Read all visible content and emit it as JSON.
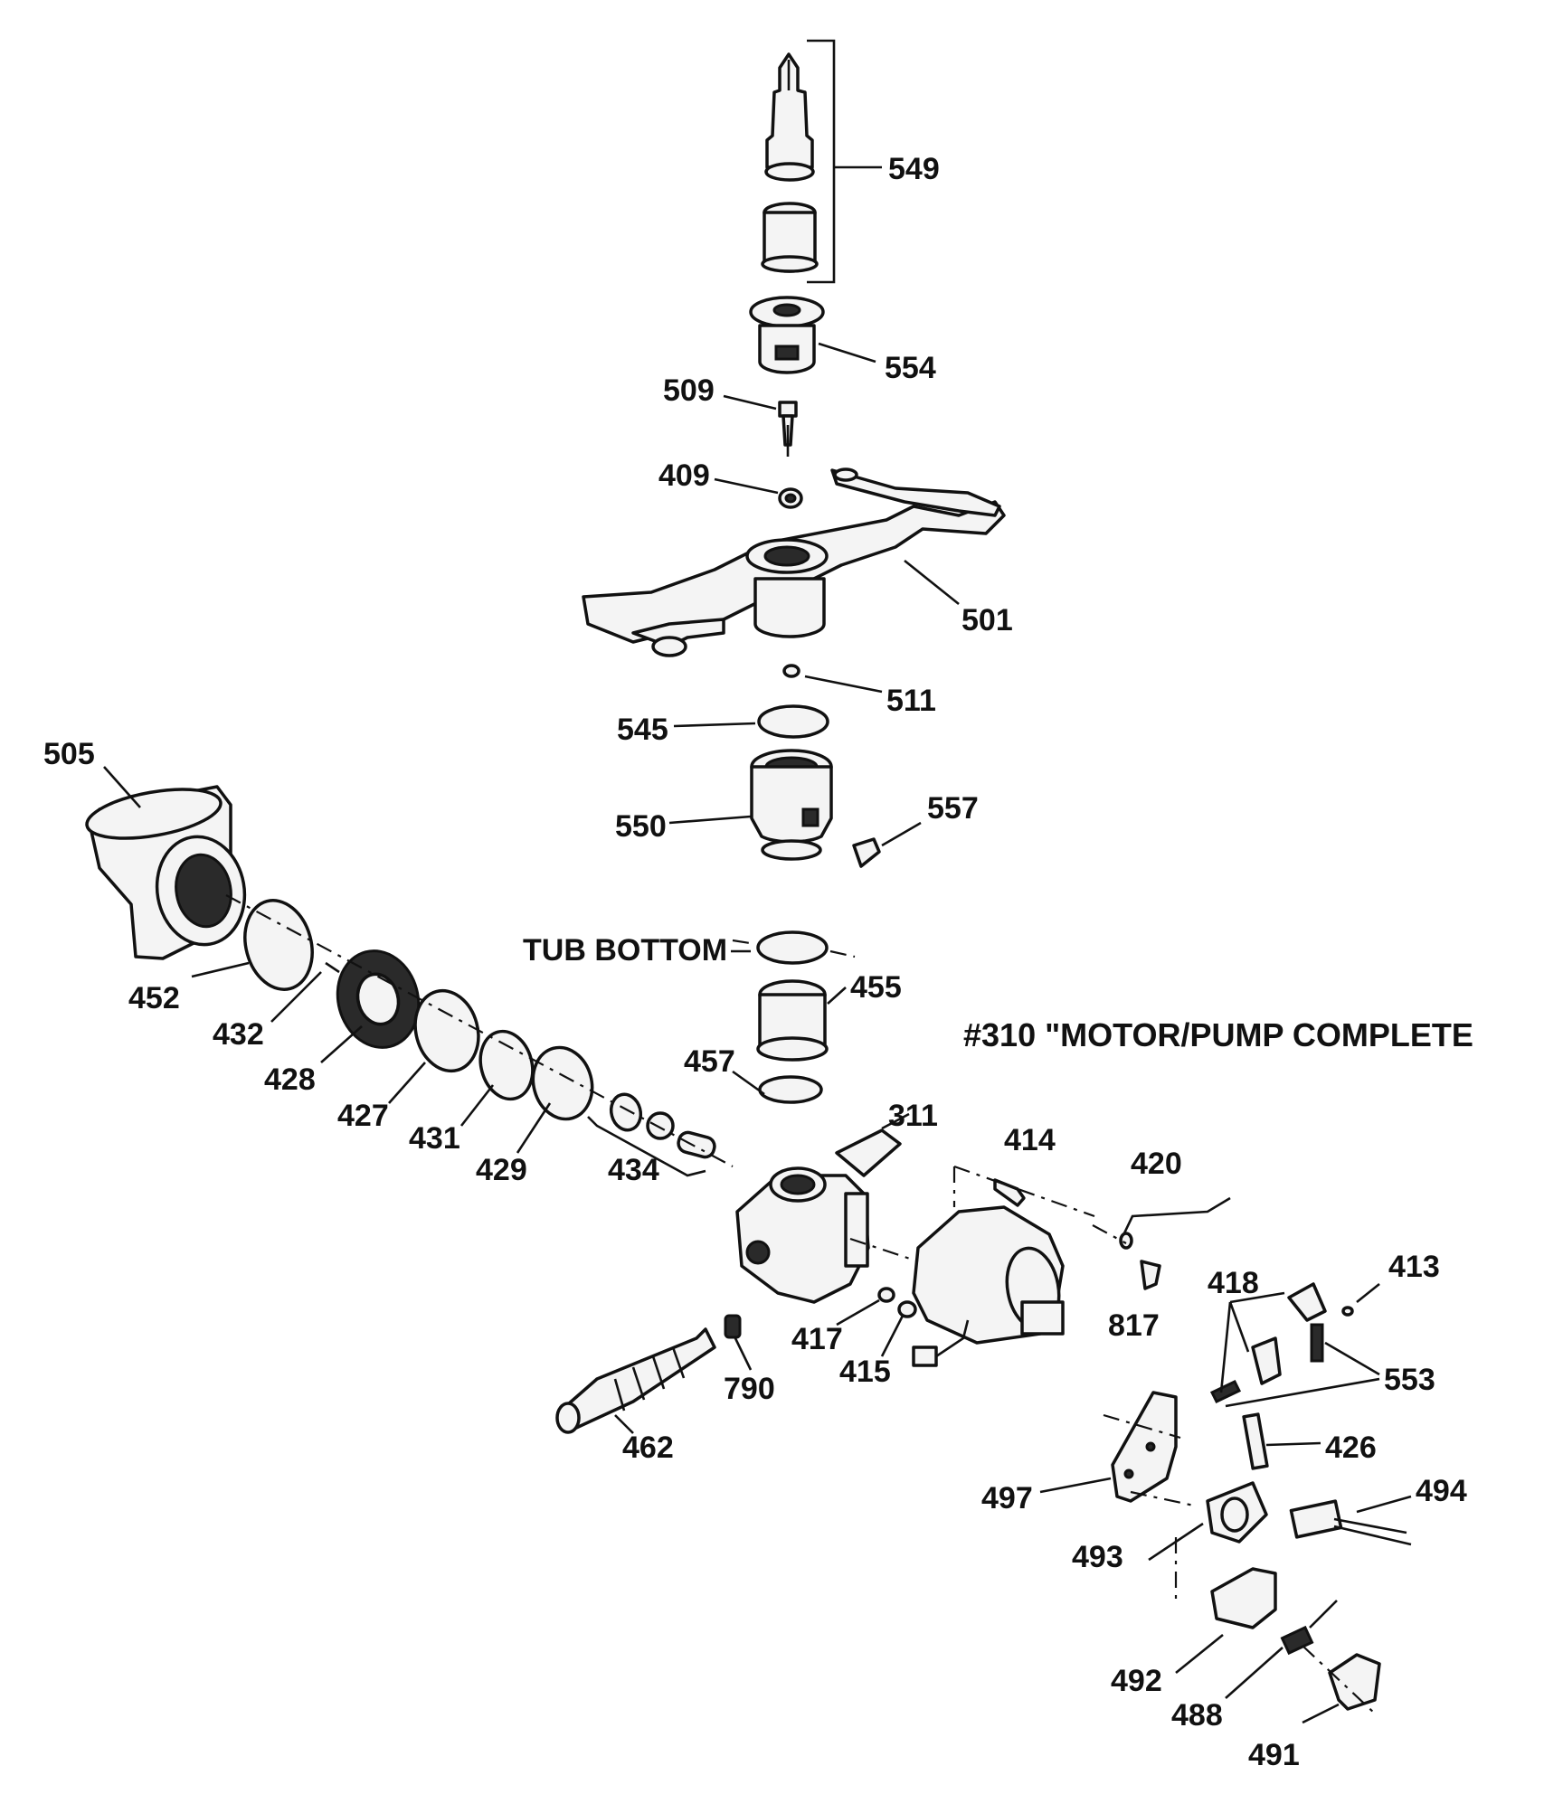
{
  "diagram": {
    "heading": "#310 \"MOTOR/PUMP COMPLETE",
    "tub_bottom_label": "TUB BOTTOM",
    "parts": [
      {
        "key": "p549",
        "number": "549"
      },
      {
        "key": "p554",
        "number": "554"
      },
      {
        "key": "p509",
        "number": "509"
      },
      {
        "key": "p409",
        "number": "409"
      },
      {
        "key": "p501",
        "number": "501"
      },
      {
        "key": "p511",
        "number": "511"
      },
      {
        "key": "p545",
        "number": "545"
      },
      {
        "key": "p505",
        "number": "505"
      },
      {
        "key": "p550",
        "number": "550"
      },
      {
        "key": "p557",
        "number": "557"
      },
      {
        "key": "p452",
        "number": "452"
      },
      {
        "key": "p432",
        "number": "432"
      },
      {
        "key": "p428",
        "number": "428"
      },
      {
        "key": "p427",
        "number": "427"
      },
      {
        "key": "p431",
        "number": "431"
      },
      {
        "key": "p429",
        "number": "429"
      },
      {
        "key": "p434",
        "number": "434"
      },
      {
        "key": "p455",
        "number": "455"
      },
      {
        "key": "p457",
        "number": "457"
      },
      {
        "key": "p311",
        "number": "311"
      },
      {
        "key": "p414",
        "number": "414"
      },
      {
        "key": "p420",
        "number": "420"
      },
      {
        "key": "p413",
        "number": "413"
      },
      {
        "key": "p418",
        "number": "418"
      },
      {
        "key": "p817",
        "number": "817"
      },
      {
        "key": "p417",
        "number": "417"
      },
      {
        "key": "p415",
        "number": "415"
      },
      {
        "key": "p790",
        "number": "790"
      },
      {
        "key": "p462",
        "number": "462"
      },
      {
        "key": "p553",
        "number": "553"
      },
      {
        "key": "p426",
        "number": "426"
      },
      {
        "key": "p497",
        "number": "497"
      },
      {
        "key": "p494",
        "number": "494"
      },
      {
        "key": "p493",
        "number": "493"
      },
      {
        "key": "p492",
        "number": "492"
      },
      {
        "key": "p488",
        "number": "488"
      },
      {
        "key": "p491",
        "number": "491"
      }
    ]
  }
}
